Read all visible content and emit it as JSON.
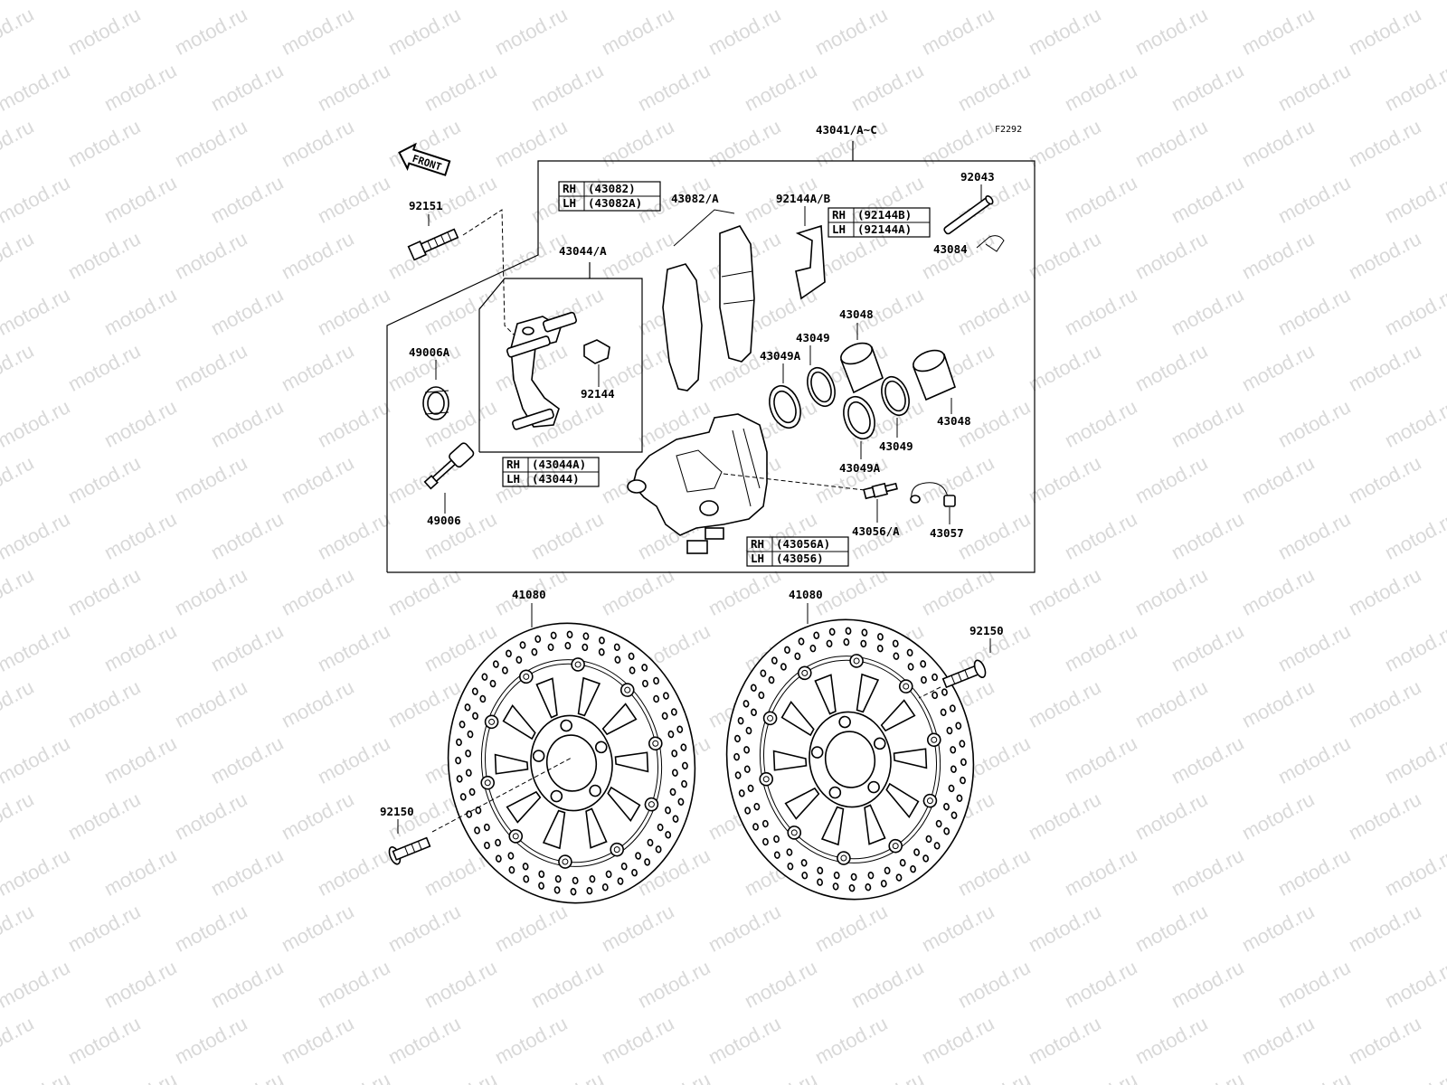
{
  "diagram_code": "F2292",
  "front_label": "FRONT",
  "watermark": "motod.ru",
  "labels": {
    "caliper_assy": "43041/A~C",
    "bolt_92151": "92151",
    "pads": "43082/A",
    "holder": "43044/A",
    "spring_92144": "92144",
    "spring_92144ab": "92144A/B",
    "pin": "92043",
    "clip": "43084",
    "boot_49006a": "49006A",
    "pin_49006": "49006",
    "piston_a": "43048",
    "piston_b": "43048",
    "seal_a": "43049",
    "seal_b": "43049",
    "dust_seal_a": "43049A",
    "dust_seal_b": "43049A",
    "bleeder": "43056/A",
    "cap": "43057",
    "disc_left": "41080",
    "disc_right": "41080",
    "bolt_92150_left": "92150",
    "bolt_92150_right": "92150"
  },
  "tables": {
    "pads": {
      "rows": [
        {
          "side": "RH",
          "part": "(43082)"
        },
        {
          "side": "LH",
          "part": "(43082A)"
        }
      ]
    },
    "springs": {
      "rows": [
        {
          "side": "RH",
          "part": "(92144B)"
        },
        {
          "side": "LH",
          "part": "(92144A)"
        }
      ]
    },
    "holder": {
      "rows": [
        {
          "side": "RH",
          "part": "(43044A)"
        },
        {
          "side": "LH",
          "part": "(43044)"
        }
      ]
    },
    "bleeder": {
      "rows": [
        {
          "side": "RH",
          "part": "(43056A)"
        },
        {
          "side": "LH",
          "part": "(43056)"
        }
      ]
    }
  }
}
